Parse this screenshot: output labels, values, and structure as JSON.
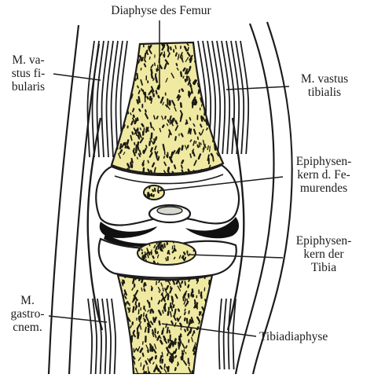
{
  "colors": {
    "bone": "#f0e9a2",
    "bone_speckle": "#1a1a12",
    "cartilage": "#ffffff",
    "ink": "#1c1c1c",
    "background": "#ffffff"
  },
  "labels": {
    "femur_shaft": "Diaphyse des Femur",
    "vastus_fibularis": "M. va-\nstus fi-\nbularis",
    "vastus_tibialis": "M. vastus\ntibialis",
    "femur_epiphysis": "Epiphysen-\nkern d. Fe-\nmurendes",
    "tibia_epiphysis": "Epiphysen-\nkern der\nTibia",
    "gastrocnemius": "M.\ngastro-\ncnem.",
    "tibia_shaft": "Tibiadiaphyse"
  }
}
